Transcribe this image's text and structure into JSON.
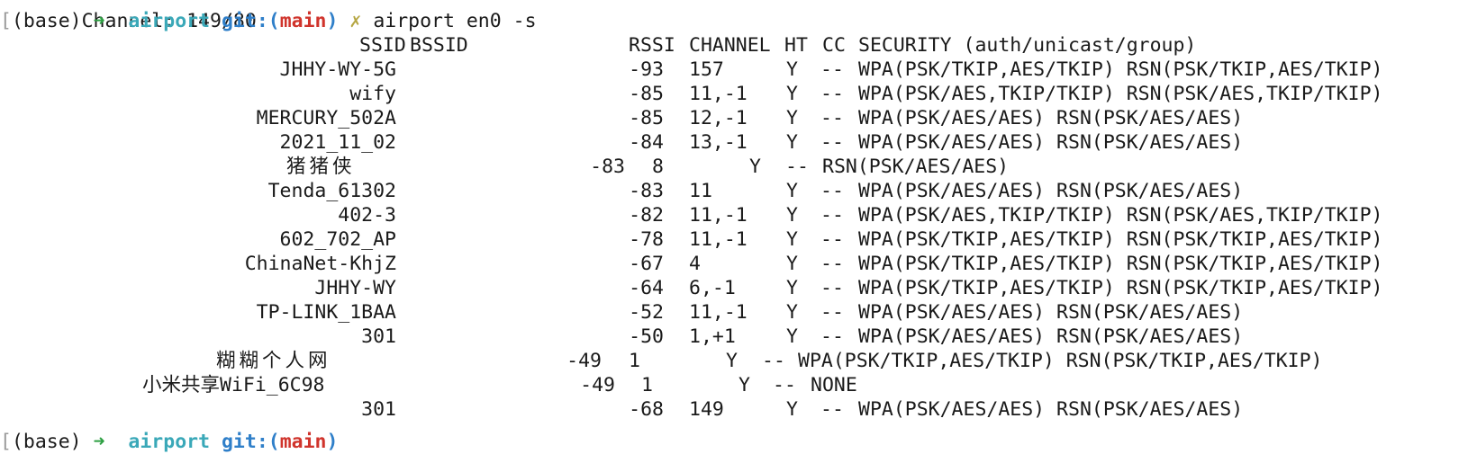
{
  "terminal": {
    "cut_top_text": "   Channel: 149/80",
    "prompt": {
      "bracket": "[",
      "env": "(base)",
      "arrow": "➜",
      "dir": "airport",
      "git_label": "git:(",
      "branch": "main",
      "git_close": ")",
      "dirty": "✗",
      "command": "airport en0 -s"
    },
    "cut_bottom": {
      "bracket": "[",
      "env": "(base)",
      "arrow": "➜",
      "dir": "airport",
      "git_label": "git:(",
      "branch": "main",
      "git_close": ")"
    }
  },
  "scan": {
    "headers": {
      "ssid": "SSID",
      "bssid": "BSSID",
      "rssi": "RSSI",
      "channel": "CHANNEL",
      "ht": "HT",
      "cc": "CC",
      "security": "SECURITY (auth/unicast/group)"
    },
    "rows": [
      {
        "ssid": "JHHY-WY-5G",
        "rssi": "-93",
        "channel": "157",
        "ht": "Y",
        "cc": "--",
        "security": "WPA(PSK/TKIP,AES/TKIP) RSN(PSK/TKIP,AES/TKIP)"
      },
      {
        "ssid": "wify",
        "rssi": "-85",
        "channel": "11,-1",
        "ht": "Y",
        "cc": "--",
        "security": "WPA(PSK/AES,TKIP/TKIP) RSN(PSK/AES,TKIP/TKIP)"
      },
      {
        "ssid": "MERCURY_502A",
        "rssi": "-85",
        "channel": "12,-1",
        "ht": "Y",
        "cc": "--",
        "security": "WPA(PSK/AES/AES) RSN(PSK/AES/AES)"
      },
      {
        "ssid": "2021_11_02",
        "rssi": "-84",
        "channel": "13,-1",
        "ht": "Y",
        "cc": "--",
        "security": "WPA(PSK/AES/AES) RSN(PSK/AES/AES)"
      },
      {
        "ssid": "猪猪侠",
        "rssi": "-83",
        "channel": "8",
        "ht": "Y",
        "cc": "--",
        "security": "RSN(PSK/AES/AES)"
      },
      {
        "ssid": "Tenda_61302",
        "rssi": "-83",
        "channel": "11",
        "ht": "Y",
        "cc": "--",
        "security": "WPA(PSK/AES/AES) RSN(PSK/AES/AES)"
      },
      {
        "ssid": "402-3",
        "rssi": "-82",
        "channel": "11,-1",
        "ht": "Y",
        "cc": "--",
        "security": "WPA(PSK/AES,TKIP/TKIP) RSN(PSK/AES,TKIP/TKIP)"
      },
      {
        "ssid": "602_702_AP",
        "rssi": "-78",
        "channel": "11,-1",
        "ht": "Y",
        "cc": "--",
        "security": "WPA(PSK/TKIP,AES/TKIP) RSN(PSK/TKIP,AES/TKIP)"
      },
      {
        "ssid": "ChinaNet-KhjZ",
        "rssi": "-67",
        "channel": "4",
        "ht": "Y",
        "cc": "--",
        "security": "WPA(PSK/TKIP,AES/TKIP) RSN(PSK/TKIP,AES/TKIP)"
      },
      {
        "ssid": "JHHY-WY",
        "rssi": "-64",
        "channel": "6,-1",
        "ht": "Y",
        "cc": "--",
        "security": "WPA(PSK/TKIP,AES/TKIP) RSN(PSK/TKIP,AES/TKIP)"
      },
      {
        "ssid": "TP-LINK_1BAA",
        "rssi": "-52",
        "channel": "11,-1",
        "ht": "Y",
        "cc": "--",
        "security": "WPA(PSK/AES/AES) RSN(PSK/AES/AES)"
      },
      {
        "ssid": "301",
        "rssi": "-50",
        "channel": "1,+1",
        "ht": "Y",
        "cc": "--",
        "security": "WPA(PSK/AES/AES) RSN(PSK/AES/AES)"
      },
      {
        "ssid": "糊糊个人网",
        "rssi": "-49",
        "channel": "1",
        "ht": "Y",
        "cc": "--",
        "security": "WPA(PSK/TKIP,AES/TKIP) RSN(PSK/TKIP,AES/TKIP)"
      },
      {
        "ssid": "小米共享WiFi_6C98",
        "rssi": "-49",
        "channel": "1",
        "ht": "Y",
        "cc": "--",
        "security": "NONE"
      },
      {
        "ssid": "301",
        "rssi": "-68",
        "channel": "149",
        "ht": "Y",
        "cc": "--",
        "security": "WPA(PSK/AES/AES) RSN(PSK/AES/AES)"
      }
    ]
  }
}
